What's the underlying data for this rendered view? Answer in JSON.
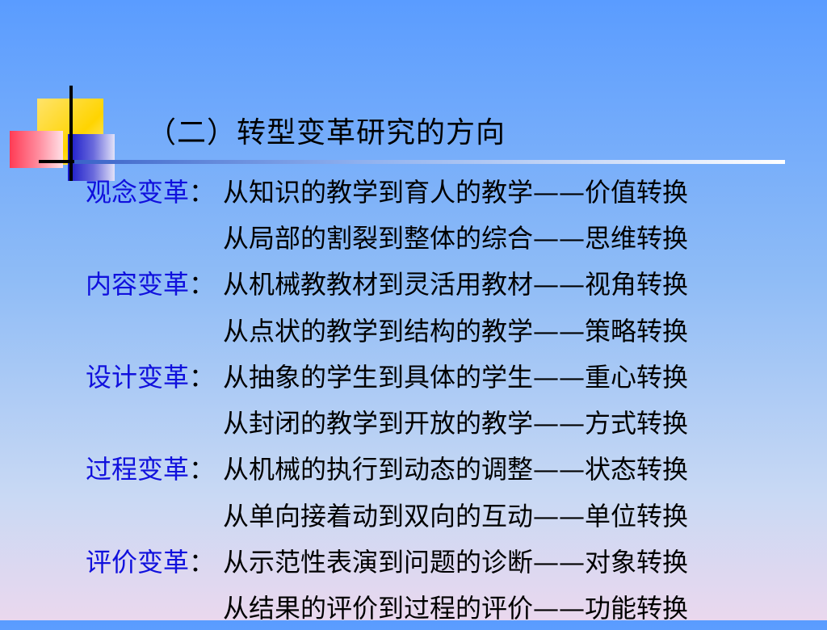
{
  "title": "（二）转型变革研究的方向",
  "rows": [
    {
      "category": "观念变革",
      "colon": "：",
      "text": "从知识的教学到育人的教学——价值转换"
    },
    {
      "category": "",
      "colon": "",
      "text": "从局部的割裂到整体的综合——思维转换"
    },
    {
      "category": "内容变革",
      "colon": "：",
      "text": "从机械教教材到灵活用教材——视角转换"
    },
    {
      "category": "",
      "colon": "",
      "text": "从点状的教学到结构的教学——策略转换"
    },
    {
      "category": "设计变革",
      "colon": "：",
      "text": "从抽象的学生到具体的学生——重心转换"
    },
    {
      "category": "",
      "colon": "",
      "text": "从封闭的教学到开放的教学——方式转换"
    },
    {
      "category": "过程变革",
      "colon": "：",
      "text": "从机械的执行到动态的调整——状态转换"
    },
    {
      "category": "",
      "colon": "",
      "text": "从单向接着动到双向的互动——单位转换"
    },
    {
      "category": "评价变革",
      "colon": "：",
      "text": "从示范性表演到问题的诊断——对象转换"
    },
    {
      "category": "",
      "colon": "",
      "text": "从结果的评价到过程的评价——功能转换"
    }
  ],
  "colors": {
    "category": "#1010dd",
    "text": "#000000"
  }
}
